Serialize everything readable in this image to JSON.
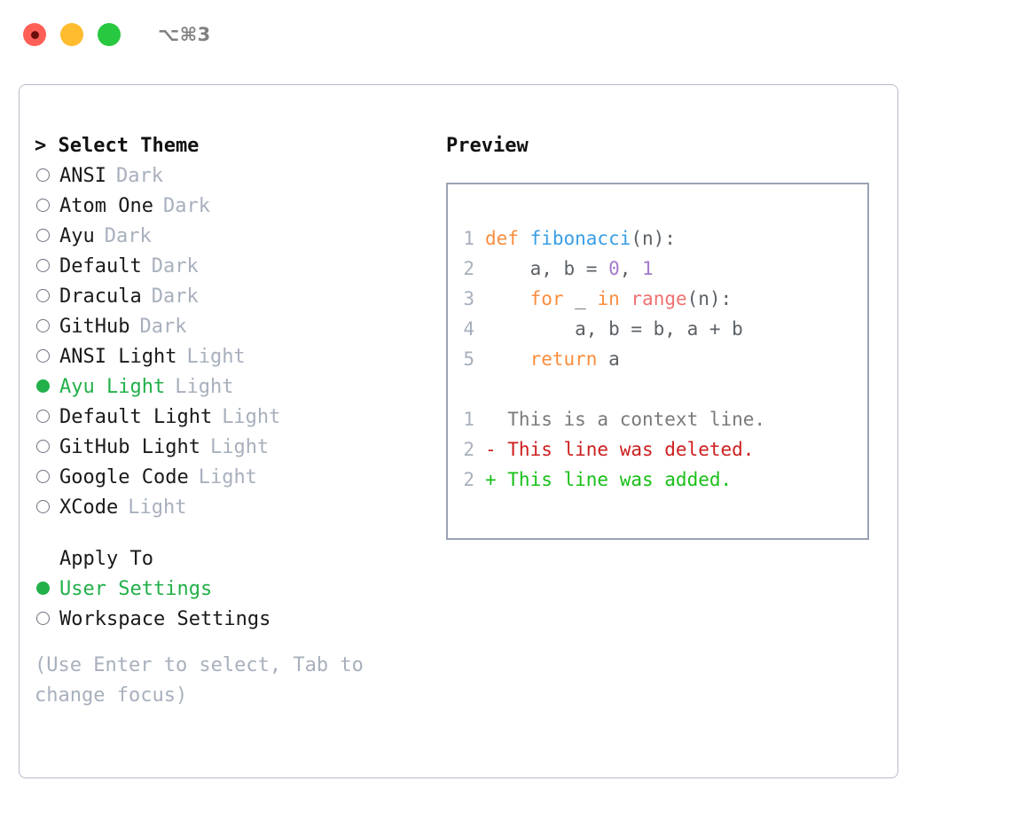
{
  "titlebar": {
    "shortcut": "⌥⌘3",
    "buttons": {
      "close": "close",
      "minimize": "minimize",
      "maximize": "maximize"
    }
  },
  "theme_picker": {
    "heading": "> Select Theme",
    "items": [
      {
        "label": "ANSI",
        "tag": "Dark",
        "selected": false
      },
      {
        "label": "Atom One",
        "tag": "Dark",
        "selected": false
      },
      {
        "label": "Ayu",
        "tag": "Dark",
        "selected": false
      },
      {
        "label": "Default",
        "tag": "Dark",
        "selected": false
      },
      {
        "label": "Dracula",
        "tag": "Dark",
        "selected": false
      },
      {
        "label": "GitHub",
        "tag": "Dark",
        "selected": false
      },
      {
        "label": "ANSI Light",
        "tag": "Light",
        "selected": false
      },
      {
        "label": "Ayu Light",
        "tag": "Light",
        "selected": true
      },
      {
        "label": "Default Light",
        "tag": "Light",
        "selected": false
      },
      {
        "label": "GitHub Light",
        "tag": "Light",
        "selected": false
      },
      {
        "label": "Google Code",
        "tag": "Light",
        "selected": false
      },
      {
        "label": "XCode",
        "tag": "Light",
        "selected": false
      }
    ]
  },
  "apply_to": {
    "heading": "Apply To",
    "items": [
      {
        "label": "User Settings",
        "selected": true
      },
      {
        "label": "Workspace Settings",
        "selected": false
      }
    ]
  },
  "hint": "(Use Enter to select, Tab to change focus)",
  "preview": {
    "heading": "Preview",
    "code_lines": [
      {
        "num": "1",
        "tokens": [
          {
            "t": "def ",
            "c": "tok-kw"
          },
          {
            "t": "fibonacci",
            "c": "tok-fn"
          },
          {
            "t": "(n):",
            "c": "tok-punct"
          }
        ]
      },
      {
        "num": "2",
        "tokens": [
          {
            "t": "    a, b = ",
            "c": "tok-plain"
          },
          {
            "t": "0",
            "c": "tok-num"
          },
          {
            "t": ", ",
            "c": "tok-plain"
          },
          {
            "t": "1",
            "c": "tok-num"
          }
        ]
      },
      {
        "num": "3",
        "tokens": [
          {
            "t": "    ",
            "c": "tok-plain"
          },
          {
            "t": "for",
            "c": "tok-kw"
          },
          {
            "t": " _ ",
            "c": "tok-plain"
          },
          {
            "t": "in",
            "c": "tok-kw"
          },
          {
            "t": " ",
            "c": "tok-plain"
          },
          {
            "t": "range",
            "c": "tok-call"
          },
          {
            "t": "(n):",
            "c": "tok-punct"
          }
        ]
      },
      {
        "num": "4",
        "tokens": [
          {
            "t": "        a, b = b, a + b",
            "c": "tok-plain"
          }
        ]
      },
      {
        "num": "5",
        "tokens": [
          {
            "t": "    ",
            "c": "tok-plain"
          },
          {
            "t": "return",
            "c": "tok-kw"
          },
          {
            "t": " a",
            "c": "tok-plain"
          }
        ]
      }
    ],
    "diff_lines": [
      {
        "num": "1",
        "marker": "  ",
        "text": "This is a context line.",
        "kind": "diff-ctx"
      },
      {
        "num": "2",
        "marker": "- ",
        "text": "This line was deleted.",
        "kind": "diff-del"
      },
      {
        "num": "2",
        "marker": "+ ",
        "text": "This line was added.",
        "kind": "diff-add"
      }
    ]
  },
  "colors": {
    "accent_green": "#22b04a",
    "tag_gray": "#a8b0bd",
    "border": "#b8bcc8",
    "preview_border": "#9aa3b5",
    "kw_orange": "#fa8d3e",
    "fn_blue": "#399ee6",
    "call_salmon": "#f07171",
    "num_purple": "#a37acc",
    "diff_del": "#cc1f1f",
    "diff_add": "#18c018",
    "light_red": "#ff5f57",
    "light_yellow": "#febc2e",
    "light_green": "#28c840"
  }
}
